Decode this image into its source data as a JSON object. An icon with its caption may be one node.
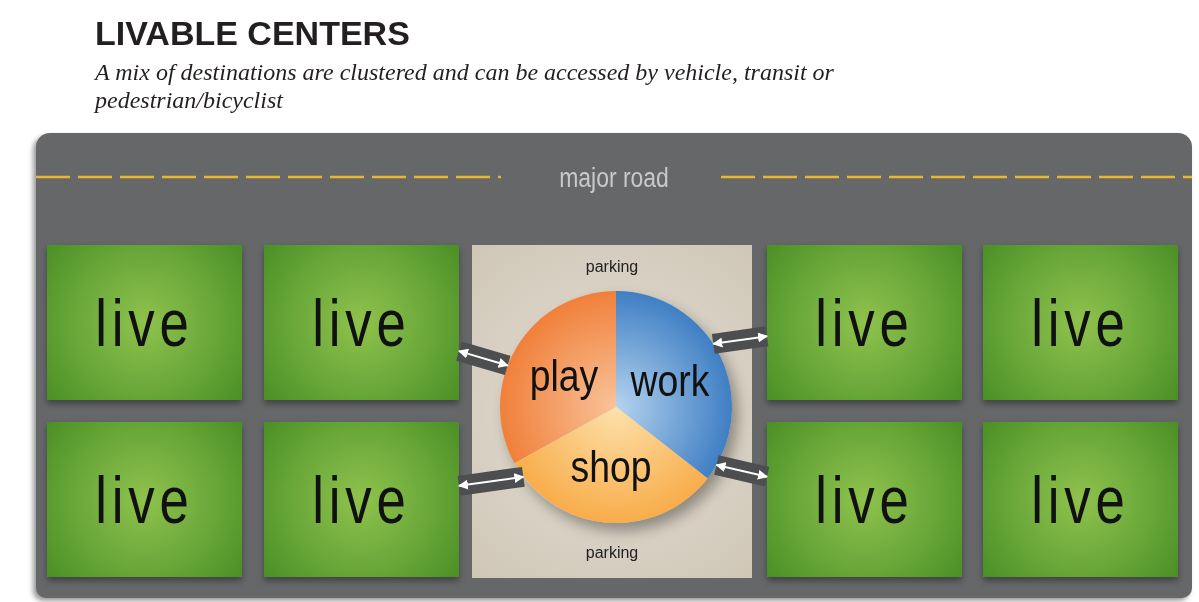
{
  "diagram": {
    "title": "LIVABLE CENTERS",
    "caption": "A mix of destinations are clustered and can be accessed by vehicle, transit or pedestrian/bicyclist",
    "nodes": [
      {
        "text": [
          "major road"
        ]
      },
      {
        "text": [
          "live"
        ]
      },
      {
        "text": [
          "live"
        ]
      },
      {
        "text": [
          "parking",
          "parking"
        ]
      },
      {
        "text": [],
        "shape": "circle",
        "in": 3
      },
      {
        "text": [
          "play"
        ],
        "in": 4
      },
      {
        "text": [
          "work"
        ],
        "in": 4
      },
      {
        "text": [
          "shop"
        ],
        "in": 4
      },
      {
        "text": [
          "live"
        ]
      },
      {
        "text": [
          "live"
        ]
      },
      {
        "text": [
          "live"
        ]
      },
      {
        "text": [
          "live"
        ]
      },
      {
        "text": [
          "live"
        ]
      },
      {
        "text": [
          "live"
        ]
      }
    ],
    "edges": [
      {
        "from": 2,
        "to": 5,
        "arrow": "both"
      },
      {
        "from": 8,
        "to": 6,
        "arrow": "both"
      },
      {
        "from": 11,
        "to": 7,
        "arrow": "both"
      },
      {
        "from": 12,
        "to": 6,
        "arrow": "both"
      }
    ]
  }
}
